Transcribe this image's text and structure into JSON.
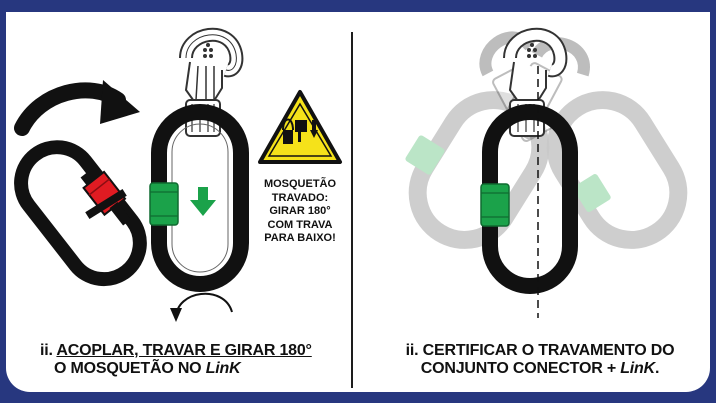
{
  "warning": {
    "lines": [
      "MOSQUETÃO",
      "TRAVADO:",
      "GIRAR 180°",
      "COM TRAVA",
      "PARA BAIXO!"
    ]
  },
  "left_caption": {
    "prefix": "ii.",
    "line1": "ACOPLAR, TRAVAR E GIRAR 180°",
    "line2_main": "O MOSQUETÃO NO ",
    "line2_italic": "LinK"
  },
  "right_caption": {
    "line1": "ii. CERTIFICAR O TRAVAMENTO DO",
    "line2_main": "CONJUNTO CONECTOR + ",
    "line2_italic": "LinK",
    "line2_end": "."
  },
  "colors": {
    "frame": "#27377f",
    "lock_green": "#1ba24a",
    "lock_red": "#e01b22",
    "warning_yellow": "#f5e21a",
    "ghost_gray": "#c9c9c9",
    "ghost_green": "#b4e3c1"
  }
}
